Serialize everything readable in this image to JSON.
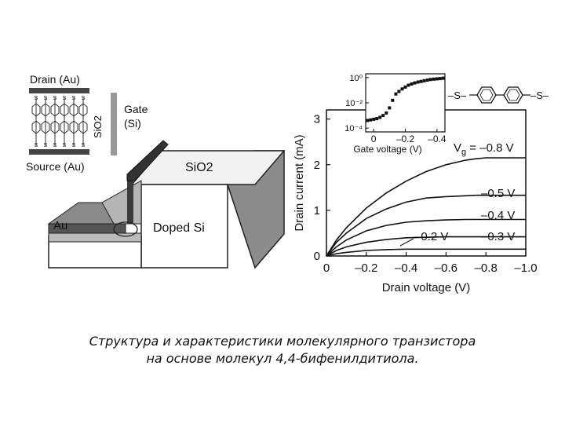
{
  "device": {
    "drain_label": "Drain (Au)",
    "source_label": "Source (Au)",
    "sio2_small_label": "SiO2",
    "gate_label_line1": "Gate",
    "gate_label_line2": "(Si)",
    "sio2_label": "SiO2",
    "au_label": "Au",
    "doped_si_label": "Doped Si",
    "molecule_link_atom": "S"
  },
  "molecule": {
    "left_group": "–S–",
    "right_group": "–S–"
  },
  "chart_data": [
    {
      "type": "line",
      "title": "",
      "xlabel": "Drain voltage (V)",
      "ylabel": "Drain current (mA)",
      "xticks": [
        "0",
        "–0.2",
        "–0.4",
        "–0.6",
        "–0.8",
        "–1.0"
      ],
      "yticks": [
        "0",
        "1",
        "2",
        "3"
      ],
      "xlim": [
        0,
        -1.0
      ],
      "ylim": [
        0,
        3.2
      ],
      "grid": false,
      "x": [
        0,
        -0.05,
        -0.1,
        -0.2,
        -0.3,
        -0.4,
        -0.5,
        -0.6,
        -0.7,
        -0.75,
        -0.8,
        -0.9,
        -1.0
      ],
      "series": [
        {
          "name": "Vg = –0.8 V",
          "values": [
            0,
            0.35,
            0.62,
            1.05,
            1.38,
            1.64,
            1.85,
            2.0,
            2.1,
            2.13,
            2.15,
            2.15,
            2.15
          ]
        },
        {
          "name": "–0.5 V",
          "values": [
            0,
            0.3,
            0.5,
            0.82,
            1.03,
            1.18,
            1.27,
            1.3,
            1.32,
            1.33,
            1.33,
            1.33,
            1.33
          ]
        },
        {
          "name": "–0.4 V",
          "values": [
            0,
            0.2,
            0.35,
            0.55,
            0.67,
            0.74,
            0.77,
            0.79,
            0.8,
            0.8,
            0.8,
            0.8,
            0.8
          ]
        },
        {
          "name": "–0.3 V",
          "values": [
            0,
            0.12,
            0.2,
            0.3,
            0.36,
            0.4,
            0.41,
            0.42,
            0.42,
            0.42,
            0.42,
            0.42,
            0.42
          ]
        },
        {
          "name": "–0.2 V",
          "values": [
            0,
            0.05,
            0.08,
            0.12,
            0.14,
            0.15,
            0.15,
            0.15,
            0.15,
            0.15,
            0.15,
            0.15,
            0.15
          ]
        }
      ]
    },
    {
      "type": "scatter",
      "title": "",
      "xlabel": "Gate voltage (V)",
      "ylabel": "",
      "xticks": [
        "0",
        "–0.2",
        "–0.4"
      ],
      "yticks": [
        "10⁰",
        "10⁻²",
        "10⁻⁴"
      ],
      "xlim": [
        0.05,
        -0.45
      ],
      "ylim_log10": [
        -4.3,
        0.3
      ],
      "log_y": true,
      "x": [
        0.04,
        0.02,
        0.0,
        -0.02,
        -0.04,
        -0.06,
        -0.08,
        -0.1,
        -0.12,
        -0.14,
        -0.16,
        -0.18,
        -0.2,
        -0.22,
        -0.24,
        -0.26,
        -0.28,
        -0.3,
        -0.32,
        -0.34,
        -0.36,
        -0.38,
        -0.4,
        -0.42,
        -0.44
      ],
      "values_log10": [
        -3.4,
        -3.35,
        -3.3,
        -3.25,
        -3.15,
        -3.0,
        -2.8,
        -2.4,
        -1.8,
        -1.3,
        -1.1,
        -0.9,
        -0.75,
        -0.6,
        -0.5,
        -0.42,
        -0.35,
        -0.3,
        -0.25,
        -0.2,
        -0.15,
        -0.12,
        -0.1,
        -0.08,
        -0.05
      ]
    }
  ],
  "caption": {
    "line1": "Структура и характеристики молекулярного транзистора",
    "line2": "на основе молекул 4,4-бифенилдитиола."
  }
}
